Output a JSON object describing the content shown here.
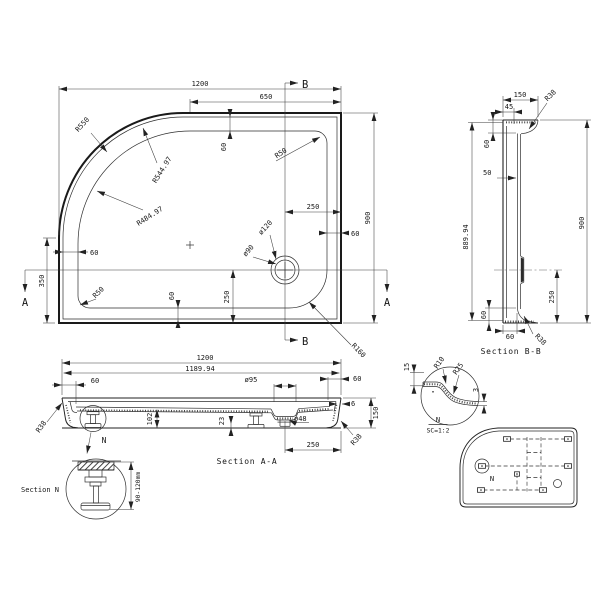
{
  "background": "#ffffff",
  "line_color": "#1f1f1f",
  "plan": {
    "d1200": "1200",
    "d650": "650",
    "d900": "900",
    "d250_right": "250",
    "d60_right": "60",
    "d60_top": "60",
    "d60_left": "60",
    "d350": "350",
    "d250_bottom": "250",
    "d60_bottom": "60",
    "r550": "R550",
    "r544": "R544.97",
    "r484": "R484.97",
    "r50_tr": "R50",
    "r50_bl": "R50",
    "r160": "R160",
    "dia120": "ø120",
    "dia90": "ø90",
    "marker_a": "A",
    "marker_b": "B"
  },
  "section_bb": {
    "title": "Section B-B",
    "d150": "150",
    "d45": "45",
    "r38_top": "R38",
    "d60_top": "60",
    "d50": "50",
    "d889": "889.94",
    "d900": "900",
    "d250": "250",
    "d60_side": "60",
    "d60_bottom": "60",
    "r38_bottom": "R38"
  },
  "section_aa": {
    "title": "Section A-A",
    "d1200": "1200",
    "d1189": "1189.94",
    "d60_left": "60",
    "dia95": "ø95",
    "d60_right": "60",
    "d6": "6",
    "d150": "150",
    "d102": "102",
    "d23": "23",
    "dia48": "ø48",
    "d250": "250",
    "r38_left": "R38",
    "r38_right": "R38",
    "marker_n": "N"
  },
  "detail_n": {
    "label": "N",
    "scale": "SC=1:2",
    "r10": "R10",
    "r25": "R25",
    "d15": "15",
    "d3": "3"
  },
  "section_n": {
    "title": "Section N",
    "range": "90-120mm"
  },
  "underside": {
    "marker_n": "N"
  }
}
